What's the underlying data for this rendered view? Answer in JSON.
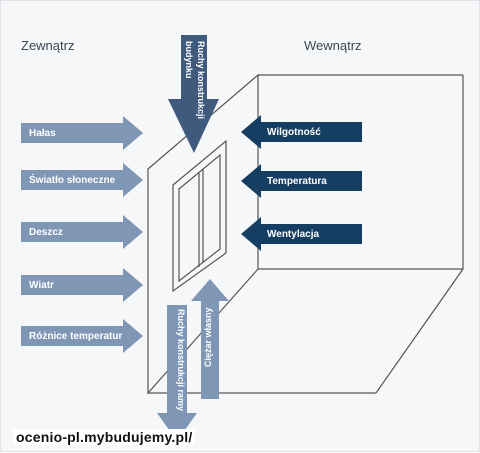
{
  "labels": {
    "outside": "Zewnątrz",
    "inside": "Wewnątrz"
  },
  "outside_arrows": [
    {
      "label": "Hałas"
    },
    {
      "label": "Światło słoneczne"
    },
    {
      "label": "Deszcz"
    },
    {
      "label": "Wiatr"
    },
    {
      "label": "Różnice temperatur"
    }
  ],
  "inside_arrows": [
    {
      "label": "Wilgotność"
    },
    {
      "label": "Temperatura"
    },
    {
      "label": "Wentylacja"
    }
  ],
  "vertical_arrows": {
    "building_movement": "Ruchy konstrukcji budynku",
    "building_movement_line1": "Ruchy konstrukcji",
    "building_movement_line2": "budynku",
    "frame_movement": "Ruchy konstrukcji ramy",
    "own_weight": "Ciężar własny"
  },
  "watermark": "ocenio-pl.mybudujemy.pl/",
  "colors": {
    "outside_arrow": "#7f97b5",
    "inside_arrow": "#163e63",
    "building_arrow": "#3f5a7d",
    "frame_arrow": "#7f97b5",
    "line": "#555555"
  }
}
